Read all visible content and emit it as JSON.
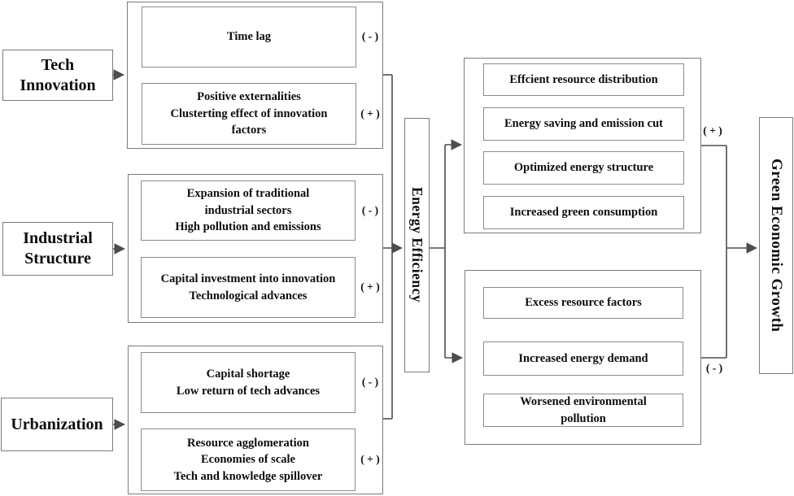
{
  "colors": {
    "background": "#ffffff",
    "line": "#4d4d4d",
    "outer_border": "#7b7b7b",
    "inner_border": "#8b8b8b",
    "text": "#0d0d0d"
  },
  "factors": [
    {
      "label": "Tech\nInnovation"
    },
    {
      "label": "Industrial\nStructure"
    },
    {
      "label": "Urbanization"
    }
  ],
  "factor_groups": [
    {
      "items": [
        {
          "text": "Time lag",
          "sign": "( - )"
        },
        {
          "text": "Positive externalities\nClusterting effect of innovation\nfactors",
          "sign": "( + )"
        }
      ]
    },
    {
      "items": [
        {
          "text": "Expansion of traditional\nindustrial sectors\nHigh pollution and emissions",
          "sign": "( - )"
        },
        {
          "text": "Capital investment into innovation\nTechnological advances",
          "sign": "( + )"
        }
      ]
    },
    {
      "items": [
        {
          "text": "Capital shortage\nLow return of tech advances",
          "sign": "( - )"
        },
        {
          "text": "Resource agglomeration\nEconomies of scale\nTech and knowledge spillover",
          "sign": "( + )"
        }
      ]
    }
  ],
  "mediator": {
    "label": "Energy Efficiency"
  },
  "outcome_groups": [
    {
      "sign": "( + )",
      "items": [
        "Effcient resource distribution",
        "Energy saving and emission cut",
        "Optimized energy structure",
        "Increased green consumption"
      ]
    },
    {
      "sign": "( - )",
      "items": [
        "Excess resource factors",
        "Increased energy demand",
        "Worsened environmental\npollution"
      ]
    }
  ],
  "target": {
    "label": "Green Economic Growth"
  }
}
